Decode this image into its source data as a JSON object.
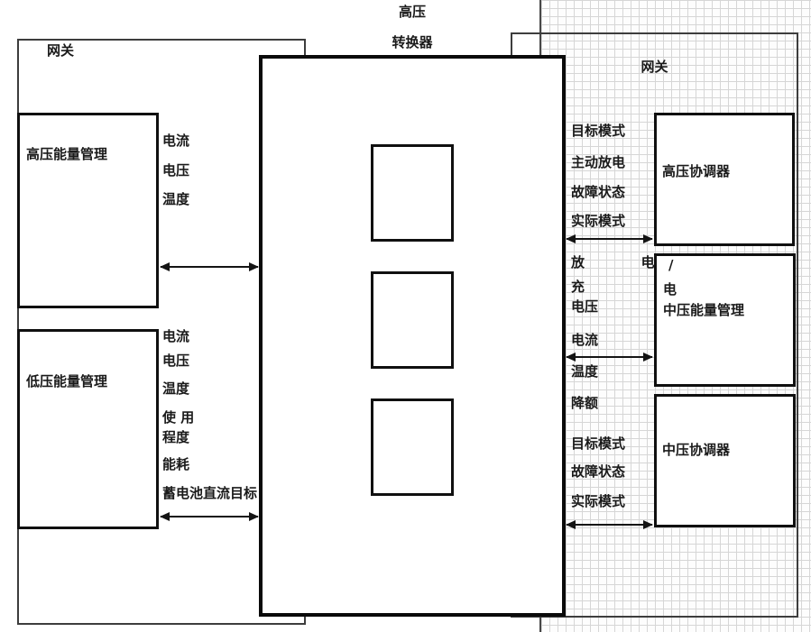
{
  "titles": {
    "converter_line1": "高压",
    "converter_line2": "转换器"
  },
  "gateways": {
    "left_label": "网关",
    "right_label": "网关"
  },
  "boxes": {
    "hv_energy_mgmt": "高压能量管理",
    "lv_energy_mgmt": "低压能量管理",
    "hv_coordinator": "高压协调器",
    "mv_energy_line1": "/",
    "mv_energy_line2": "电",
    "mv_energy_line3": "中压能量管理",
    "mv_coordinator": "中压协调器"
  },
  "signals": {
    "left_top": [
      "电流",
      "电压",
      "温度"
    ],
    "left_bottom": [
      "电流",
      "电压",
      "温度",
      "使 用",
      "程度",
      "能耗",
      "蓄电池直流目标"
    ],
    "right_top": [
      "目标模式",
      "主动放电",
      "故障状态",
      "实际模式"
    ],
    "right_middle": [
      "放            电",
      "充",
      "电压",
      "电流",
      "温度",
      "降额"
    ],
    "right_bottom": [
      "目标模式",
      "故障状态",
      "实际模式"
    ]
  },
  "colors": {
    "line": "#141414",
    "grid_line": "#d6d6d6",
    "text": "#1a1a1a"
  }
}
